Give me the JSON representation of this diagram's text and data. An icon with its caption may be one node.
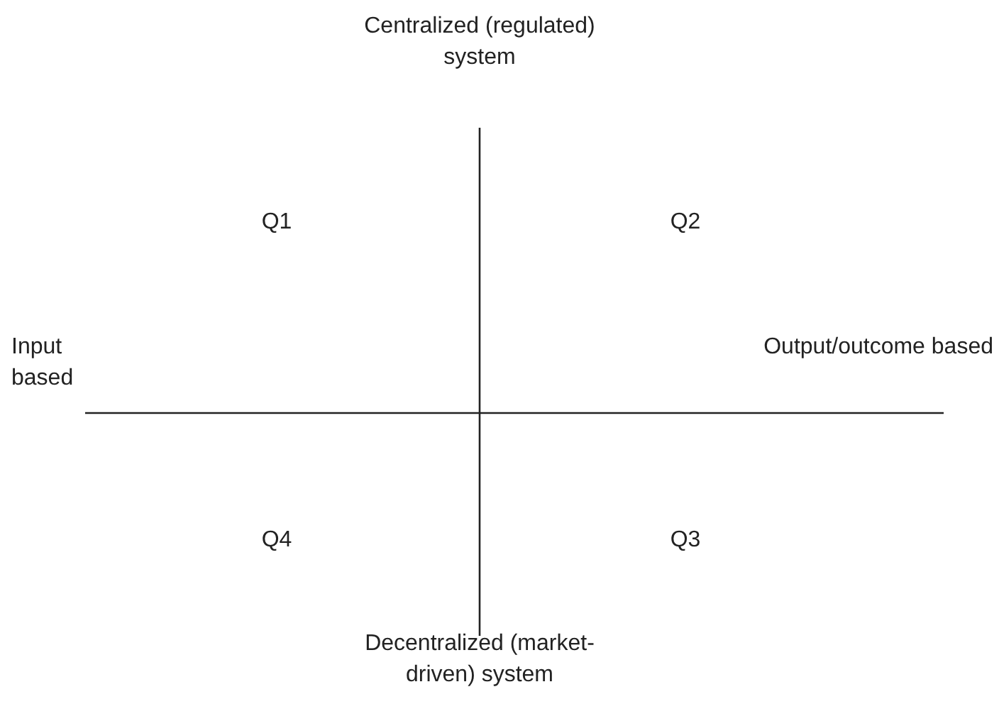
{
  "diagram": {
    "labels": [
      "Centralized (regulated) system",
      "Q1",
      "Q2",
      "Input based",
      "Output/outcome based",
      "Q4",
      "Q3",
      "Decentralized (market-driven) system"
    ]
  }
}
